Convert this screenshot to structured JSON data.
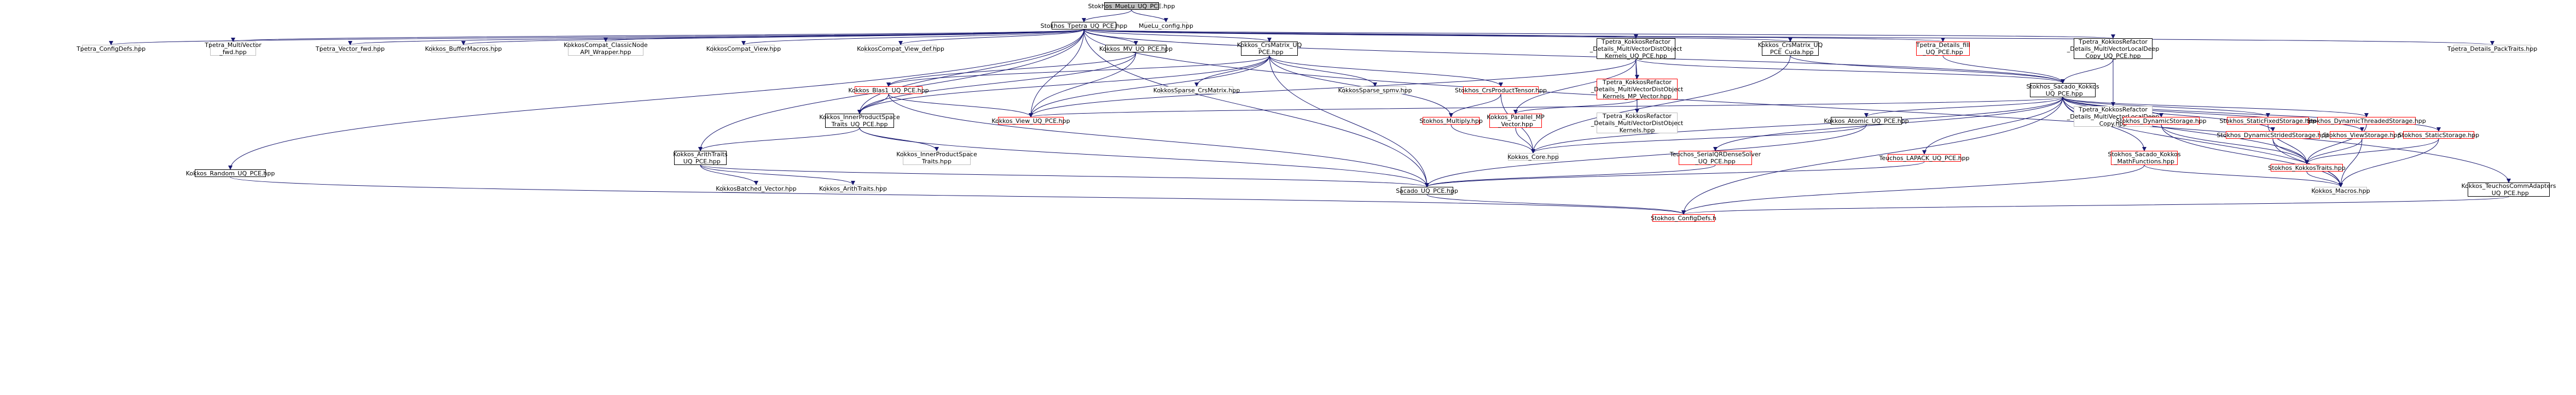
{
  "colors": {
    "edge": "#191970",
    "focus_fill": "#bfbfbf",
    "linked_border": "#000000",
    "red_border": "#ff0000",
    "plain_border": "#bfbfbf"
  },
  "nodes": [
    {
      "id": "focus",
      "label": "Stokhos_MueLu_UQ_PCE.hpp",
      "kind": "focus"
    },
    {
      "id": "tpetra_uq",
      "label": "Stokhos_Tpetra_UQ_PCE.hpp",
      "kind": "linked"
    },
    {
      "id": "muelu_config",
      "label": "MueLu_config.hpp",
      "kind": "plain"
    },
    {
      "id": "tpetra_configdefs",
      "label": "Tpetra_ConfigDefs.hpp",
      "kind": "plain"
    },
    {
      "id": "tpetra_multivector_fwd",
      "label": "Tpetra_MultiVector\n_fwd.hpp",
      "kind": "plain"
    },
    {
      "id": "tpetra_vector_fwd",
      "label": "Tpetra_Vector_fwd.hpp",
      "kind": "plain"
    },
    {
      "id": "kokkos_buffer_macros",
      "label": "Kokkos_BufferMacros.hpp",
      "kind": "plain"
    },
    {
      "id": "kokkoscompat_classic",
      "label": "KokkosCompat_ClassicNode\nAPI_Wrapper.hpp",
      "kind": "plain"
    },
    {
      "id": "kokkoscompat_view",
      "label": "KokkosCompat_View.hpp",
      "kind": "plain"
    },
    {
      "id": "kokkoscompat_view_def",
      "label": "KokkosCompat_View_def.hpp",
      "kind": "plain"
    },
    {
      "id": "kokkos_mv_uq",
      "label": "Kokkos_MV_UQ_PCE.hpp",
      "kind": "linked"
    },
    {
      "id": "kokkos_crsmatrix_uq",
      "label": "Kokkos_CrsMatrix_UQ\n_PCE.hpp",
      "kind": "linked"
    },
    {
      "id": "tpetra_kr_multivector",
      "label": "Tpetra_KokkosRefactor\n_Details_MultiVectorDistObject\nKernels_UQ_PCE.hpp",
      "kind": "linked"
    },
    {
      "id": "kokkos_crsmatrix_cuda",
      "label": "Kokkos_CrsMatrix_UQ\n_PCE_Cuda.hpp",
      "kind": "linked"
    },
    {
      "id": "tpetra_details_fill",
      "label": "Tpetra_Details_fill\n_UQ_PCE.hpp",
      "kind": "red"
    },
    {
      "id": "tpetra_kr_localdeepcopy",
      "label": "Tpetra_KokkosRefactor\n_Details_MultiVectorLocalDeep\nCopy_UQ_PCE.hpp",
      "kind": "linked"
    },
    {
      "id": "tpetra_details_packtraits",
      "label": "Tpetra_Details_PackTraits.hpp",
      "kind": "plain"
    },
    {
      "id": "kokkos_blas1_uq",
      "label": "Kokkos_Blas1_UQ_PCE.hpp",
      "kind": "red"
    },
    {
      "id": "kokkossparse_crsmatrix",
      "label": "KokkosSparse_CrsMatrix.hpp",
      "kind": "plain"
    },
    {
      "id": "kokkossparse_spmv",
      "label": "KokkosSparse_spmv.hpp",
      "kind": "plain"
    },
    {
      "id": "stokhos_crsproducttensor",
      "label": "Stokhos_CrsProductTensor.hpp",
      "kind": "red"
    },
    {
      "id": "tpetra_kr_mp_vector",
      "label": "Tpetra_KokkosRefactor\n_Details_MultiVectorDistObject\nKernels_MP_Vector.hpp",
      "kind": "red"
    },
    {
      "id": "stokhos_sacado_kokkos_uq",
      "label": "Stokhos_Sacado_Kokkos\n_UQ_PCE.hpp",
      "kind": "linked"
    },
    {
      "id": "tpetra_kr_localdeepcopy_plain",
      "label": "Tpetra_KokkosRefactor\n_Details_MultiVectorLocalDeep\nCopy.hpp",
      "kind": "plain"
    },
    {
      "id": "kokkos_innerproduct_uq",
      "label": "Kokkos_InnerProductSpace\nTraits_UQ_PCE.hpp",
      "kind": "linked"
    },
    {
      "id": "kokkos_view_uq",
      "label": "Kokkos_View_UQ_PCE.hpp",
      "kind": "red"
    },
    {
      "id": "stokhos_multiply",
      "label": "Stokhos_Multiply.hpp",
      "kind": "red"
    },
    {
      "id": "kokkos_parallel_mp",
      "label": "Kokkos_Parallel_MP\n_Vector.hpp",
      "kind": "red"
    },
    {
      "id": "tpetra_kr_mv_kernels",
      "label": "Tpetra_KokkosRefactor\n_Details_MultiVectorDistObject\nKernels.hpp",
      "kind": "plain"
    },
    {
      "id": "kokkos_atomic_uq",
      "label": "Kokkos_Atomic_UQ_PCE.hpp",
      "kind": "linked"
    },
    {
      "id": "stokhos_dynamicstorage",
      "label": "Stokhos_DynamicStorage.hpp",
      "kind": "red"
    },
    {
      "id": "stokhos_staticfixedstorage",
      "label": "Stokhos_StaticFixedStorage.hpp",
      "kind": "red"
    },
    {
      "id": "stokhos_dynamicthreadedstorage",
      "label": "Stokhos_DynamicThreadedStorage.hpp",
      "kind": "red"
    },
    {
      "id": "stokhos_dynamicstridedstorage",
      "label": "Stokhos_DynamicStridedStorage.hpp",
      "kind": "red"
    },
    {
      "id": "stokhos_viewstorage",
      "label": "Stokhos_ViewStorage.hpp",
      "kind": "red"
    },
    {
      "id": "stokhos_staticstorage",
      "label": "Stokhos_StaticStorage.hpp",
      "kind": "red"
    },
    {
      "id": "kokkos_innerproduct_traits",
      "label": "Kokkos_InnerProductSpace\nTraits.hpp",
      "kind": "plain"
    },
    {
      "id": "kokkos_arithtraits_uq",
      "label": "Kokkos_ArithTraits\n_UQ_PCE.hpp",
      "kind": "linked"
    },
    {
      "id": "kokkos_core",
      "label": "Kokkos_Core.hpp",
      "kind": "plain"
    },
    {
      "id": "teuchos_serialqr",
      "label": "Teuchos_SerialQRDenseSolver\n_UQ_PCE.hpp",
      "kind": "red"
    },
    {
      "id": "teuchos_lapack",
      "label": "Teuchos_LAPACK_UQ_PCE.hpp",
      "kind": "red"
    },
    {
      "id": "stokhos_sacado_mathfunctions",
      "label": "Stokhos_Sacado_Kokkos\n_MathFunctions.hpp",
      "kind": "red"
    },
    {
      "id": "stokhos_kokkostraits",
      "label": "Stokhos_KokkosTraits.hpp",
      "kind": "red"
    },
    {
      "id": "kokkos_random_uq",
      "label": "Kokkos_Random_UQ_PCE.hpp",
      "kind": "linked"
    },
    {
      "id": "kokkosbatched_vector",
      "label": "KokkosBatched_Vector.hpp",
      "kind": "plain"
    },
    {
      "id": "kokkos_arithtraits",
      "label": "Kokkos_ArithTraits.hpp",
      "kind": "plain"
    },
    {
      "id": "sacado_uq_pce",
      "label": "Sacado_UQ_PCE.hpp",
      "kind": "linked"
    },
    {
      "id": "kokkos_macros",
      "label": "Kokkos_Macros.hpp",
      "kind": "plain"
    },
    {
      "id": "kokkos_teuchoscomm",
      "label": "Kokkos_TeuchosCommAdapters\n_UQ_PCE.hpp",
      "kind": "linked"
    },
    {
      "id": "stokhos_configdefs",
      "label": "Stokhos_ConfigDefs.h",
      "kind": "red"
    }
  ],
  "edges": [
    [
      "focus",
      "tpetra_uq"
    ],
    [
      "focus",
      "muelu_config"
    ],
    [
      "tpetra_uq",
      "tpetra_configdefs"
    ],
    [
      "tpetra_uq",
      "tpetra_multivector_fwd"
    ],
    [
      "tpetra_uq",
      "tpetra_vector_fwd"
    ],
    [
      "tpetra_uq",
      "kokkos_buffer_macros"
    ],
    [
      "tpetra_uq",
      "kokkoscompat_classic"
    ],
    [
      "tpetra_uq",
      "kokkoscompat_view"
    ],
    [
      "tpetra_uq",
      "kokkoscompat_view_def"
    ],
    [
      "tpetra_uq",
      "kokkos_mv_uq"
    ],
    [
      "tpetra_uq",
      "kokkos_crsmatrix_uq"
    ],
    [
      "tpetra_uq",
      "tpetra_kr_multivector"
    ],
    [
      "tpetra_uq",
      "kokkos_crsmatrix_cuda"
    ],
    [
      "tpetra_uq",
      "tpetra_details_fill"
    ],
    [
      "tpetra_uq",
      "tpetra_kr_localdeepcopy"
    ],
    [
      "tpetra_uq",
      "tpetra_details_packtraits"
    ],
    [
      "tpetra_uq",
      "kokkos_random_uq"
    ],
    [
      "tpetra_uq",
      "kokkos_arithtraits_uq"
    ],
    [
      "tpetra_uq",
      "kokkos_innerproduct_uq"
    ],
    [
      "tpetra_uq",
      "kokkos_teuchoscomm"
    ],
    [
      "tpetra_uq",
      "stokhos_sacado_kokkos_uq"
    ],
    [
      "tpetra_uq",
      "sacado_uq_pce"
    ],
    [
      "tpetra_uq",
      "kokkos_view_uq"
    ],
    [
      "kokkos_mv_uq",
      "kokkos_blas1_uq"
    ],
    [
      "kokkos_mv_uq",
      "kokkos_innerproduct_uq"
    ],
    [
      "kokkos_mv_uq",
      "kokkos_view_uq"
    ],
    [
      "kokkos_crsmatrix_uq",
      "kokkossparse_crsmatrix"
    ],
    [
      "kokkos_crsmatrix_uq",
      "kokkossparse_spmv"
    ],
    [
      "kokkos_crsmatrix_uq",
      "stokhos_crsproducttensor"
    ],
    [
      "kokkos_crsmatrix_uq",
      "kokkos_blas1_uq"
    ],
    [
      "kokkos_crsmatrix_uq",
      "kokkos_view_uq"
    ],
    [
      "kokkos_crsmatrix_uq",
      "sacado_uq_pce"
    ],
    [
      "kokkos_crsmatrix_uq",
      "stokhos_multiply"
    ],
    [
      "kokkos_crsmatrix_uq",
      "kokkos_innerproduct_uq"
    ],
    [
      "tpetra_kr_multivector",
      "tpetra_kr_mp_vector"
    ],
    [
      "tpetra_kr_multivector",
      "stokhos_sacado_kokkos_uq"
    ],
    [
      "tpetra_kr_multivector",
      "kokkos_parallel_mp"
    ],
    [
      "tpetra_kr_multivector",
      "tpetra_kr_mv_kernels"
    ],
    [
      "tpetra_kr_multivector",
      "kokkos_view_uq"
    ],
    [
      "kokkos_crsmatrix_cuda",
      "stokhos_sacado_kokkos_uq"
    ],
    [
      "kokkos_crsmatrix_cuda",
      "kokkos_core"
    ],
    [
      "tpetra_details_fill",
      "stokhos_sacado_kokkos_uq"
    ],
    [
      "tpetra_kr_localdeepcopy",
      "stokhos_sacado_kokkos_uq"
    ],
    [
      "tpetra_kr_localdeepcopy",
      "tpetra_kr_localdeepcopy_plain"
    ],
    [
      "kokkos_blas1_uq",
      "kokkos_innerproduct_uq"
    ],
    [
      "kokkos_blas1_uq",
      "kokkos_view_uq"
    ],
    [
      "kokkos_blas1_uq",
      "sacado_uq_pce"
    ],
    [
      "stokhos_crsproducttensor",
      "stokhos_multiply"
    ],
    [
      "stokhos_crsproducttensor",
      "kokkos_core"
    ],
    [
      "tpetra_kr_mp_vector",
      "kokkos_parallel_mp"
    ],
    [
      "tpetra_kr_mp_vector",
      "tpetra_kr_mv_kernels"
    ],
    [
      "stokhos_sacado_kokkos_uq",
      "kokkos_view_uq"
    ],
    [
      "stokhos_sacado_kokkos_uq",
      "kokkos_atomic_uq"
    ],
    [
      "stokhos_sacado_kokkos_uq",
      "stokhos_dynamicstorage"
    ],
    [
      "stokhos_sacado_kokkos_uq",
      "stokhos_staticfixedstorage"
    ],
    [
      "stokhos_sacado_kokkos_uq",
      "stokhos_dynamicthreadedstorage"
    ],
    [
      "stokhos_sacado_kokkos_uq",
      "stokhos_dynamicstridedstorage"
    ],
    [
      "stokhos_sacado_kokkos_uq",
      "stokhos_viewstorage"
    ],
    [
      "stokhos_sacado_kokkos_uq",
      "stokhos_staticstorage"
    ],
    [
      "stokhos_sacado_kokkos_uq",
      "teuchos_serialqr"
    ],
    [
      "stokhos_sacado_kokkos_uq",
      "teuchos_lapack"
    ],
    [
      "stokhos_sacado_kokkos_uq",
      "stokhos_sacado_mathfunctions"
    ],
    [
      "stokhos_sacado_kokkos_uq",
      "stokhos_kokkostraits"
    ],
    [
      "stokhos_sacado_kokkos_uq",
      "kokkos_macros"
    ],
    [
      "stokhos_sacado_kokkos_uq",
      "stokhos_configdefs"
    ],
    [
      "stokhos_sacado_kokkos_uq",
      "kokkos_core"
    ],
    [
      "kokkos_innerproduct_uq",
      "kokkos_innerproduct_traits"
    ],
    [
      "kokkos_innerproduct_uq",
      "kokkos_arithtraits_uq"
    ],
    [
      "kokkos_innerproduct_uq",
      "sacado_uq_pce"
    ],
    [
      "stokhos_multiply",
      "kokkos_core"
    ],
    [
      "kokkos_parallel_mp",
      "kokkos_core"
    ],
    [
      "kokkos_atomic_uq",
      "kokkos_core"
    ],
    [
      "kokkos_atomic_uq",
      "sacado_uq_pce"
    ],
    [
      "stokhos_dynamicstorage",
      "stokhos_kokkostraits"
    ],
    [
      "stokhos_dynamicstorage",
      "kokkos_macros"
    ],
    [
      "stokhos_staticfixedstorage",
      "stokhos_kokkostraits"
    ],
    [
      "stokhos_dynamicthreadedstorage",
      "stokhos_kokkostraits"
    ],
    [
      "stokhos_dynamicstridedstorage",
      "stokhos_kokkostraits"
    ],
    [
      "stokhos_dynamicstridedstorage",
      "kokkos_macros"
    ],
    [
      "stokhos_viewstorage",
      "stokhos_kokkostraits"
    ],
    [
      "stokhos_viewstorage",
      "kokkos_macros"
    ],
    [
      "stokhos_staticstorage",
      "stokhos_kokkostraits"
    ],
    [
      "stokhos_staticstorage",
      "kokkos_macros"
    ],
    [
      "kokkos_arithtraits_uq",
      "kokkosbatched_vector"
    ],
    [
      "kokkos_arithtraits_uq",
      "kokkos_arithtraits"
    ],
    [
      "kokkos_arithtraits_uq",
      "sacado_uq_pce"
    ],
    [
      "teuchos_serialqr",
      "sacado_uq_pce"
    ],
    [
      "teuchos_lapack",
      "sacado_uq_pce"
    ],
    [
      "stokhos_sacado_mathfunctions",
      "kokkos_macros"
    ],
    [
      "stokhos_sacado_mathfunctions",
      "stokhos_configdefs"
    ],
    [
      "stokhos_kokkostraits",
      "kokkos_macros"
    ],
    [
      "kokkos_random_uq",
      "stokhos_configdefs"
    ],
    [
      "sacado_uq_pce",
      "stokhos_configdefs"
    ],
    [
      "kokkos_teuchoscomm",
      "stokhos_configdefs"
    ]
  ]
}
